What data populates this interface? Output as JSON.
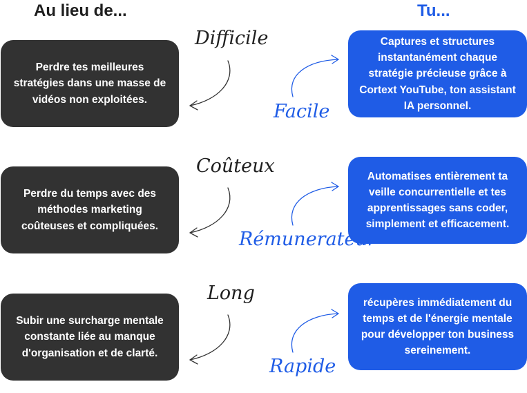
{
  "headings": {
    "left": "Au lieu de...",
    "right": "Tu..."
  },
  "rows": [
    {
      "before": "Perdre tes meilleures stratégies dans une masse de vidéos non exploitées.",
      "negative": "Difficile",
      "positive": "Facile",
      "after": "Captures et structures instantanément chaque stratégie précieuse grâce à Cortext YouTube, ton assistant IA personnel."
    },
    {
      "before": "Perdre du temps avec des méthodes marketing coûteuses et compliquées.",
      "negative": "Coûteux",
      "positive": "Rémunerateur",
      "after": "Automatises entièrement ta veille concurrentielle et tes apprentissages sans coder, simplement et efficacement."
    },
    {
      "before": "Subir une surcharge mentale constante liée au manque d'organisation et de clarté.",
      "negative": "Long",
      "positive": "Rapide",
      "after": "récupères immédiatement du temps et de l'énergie mentale pour développer ton business sereinement."
    }
  ],
  "colors": {
    "accent": "#1f5ce6",
    "dark": "#323232"
  }
}
